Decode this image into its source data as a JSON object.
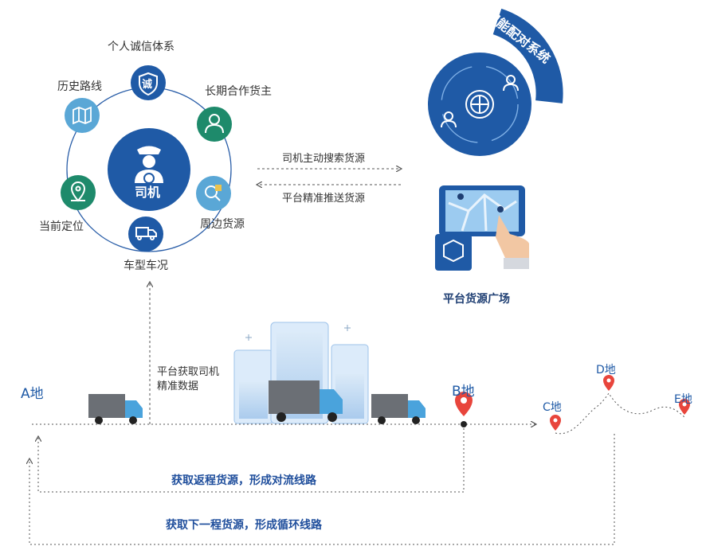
{
  "driver_cluster": {
    "center_label": "司机",
    "nodes": [
      {
        "label": "个人诚信体系",
        "icon": "shield-icon",
        "badge": "诚"
      },
      {
        "label": "长期合作货主",
        "icon": "person-icon"
      },
      {
        "label": "周边货源",
        "icon": "package-search-icon"
      },
      {
        "label": "车型车况",
        "icon": "truck-icon"
      },
      {
        "label": "当前定位",
        "icon": "map-pin-icon"
      },
      {
        "label": "历史路线",
        "icon": "route-map-icon"
      }
    ]
  },
  "matching_system": {
    "title": "智能配对系统"
  },
  "flows": {
    "driver_search": "司机主动搜索货源",
    "platform_push": "平台精准推送货源",
    "platform_data_line1": "平台获取司机",
    "platform_data_line2": "精准数据"
  },
  "marketplace": {
    "label": "平台货源广场"
  },
  "locations": {
    "a": "A地",
    "b": "B地",
    "c": "C地",
    "d": "D地",
    "e": "E地"
  },
  "loops": {
    "return": "获取返程货源，形成对流线路",
    "cycle": "获取下一程货源，形成循环线路"
  },
  "colors": {
    "primary_blue": "#1f5aa6",
    "teal_green": "#1e8a6b",
    "light_blue": "#5aa7d6",
    "pin_red": "#e8453c"
  }
}
